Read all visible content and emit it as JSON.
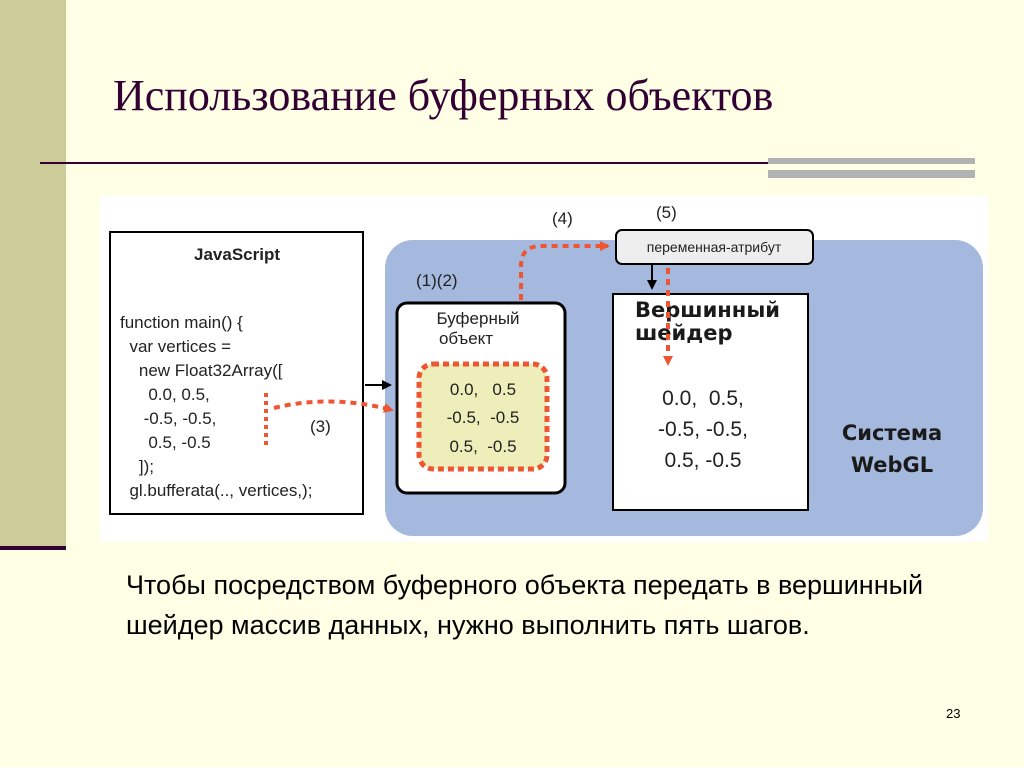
{
  "slide": {
    "title": "Использование буферных объектов",
    "body": "Чтобы посредством буферного объекта передать в вершинный шейдер массив данных, нужно выполнить пять шагов.",
    "number": "23"
  },
  "diagram": {
    "js_box": {
      "heading": "JavaScript",
      "code_lines": [
        "function main() {",
        "  var vertices =",
        "    new Float32Array([",
        "      0.0, 0.5,",
        "     -0.5, -0.5,",
        "      0.5, -0.5",
        "    ]);",
        "  gl.bufferata(.., vertices,);"
      ]
    },
    "webgl_label_line1": "Система",
    "webgl_label_line2": "WebGL",
    "buffer_box": {
      "step_label": "(1)(2)",
      "heading_line1": "Буферный",
      "heading_line2": "объект",
      "values": [
        "0.0,   0.5",
        "-0.5,  -0.5",
        "0.5,  -0.5"
      ]
    },
    "attribute_box": {
      "label": "переменная-атрибут"
    },
    "shader_box": {
      "heading_line1": "Вершинный",
      "heading_line2": "шейдер",
      "values": [
        "0.0,  0.5,",
        "-0.5, -0.5,",
        "0.5, -0.5"
      ]
    },
    "step_labels": {
      "step3": "(3)",
      "step4": "(4)",
      "step5": "(5)"
    },
    "colors": {
      "webgl_bg": "#A5B8DD",
      "arrow": "#EE5533",
      "buffer_fill": "#EEEEBB"
    }
  }
}
